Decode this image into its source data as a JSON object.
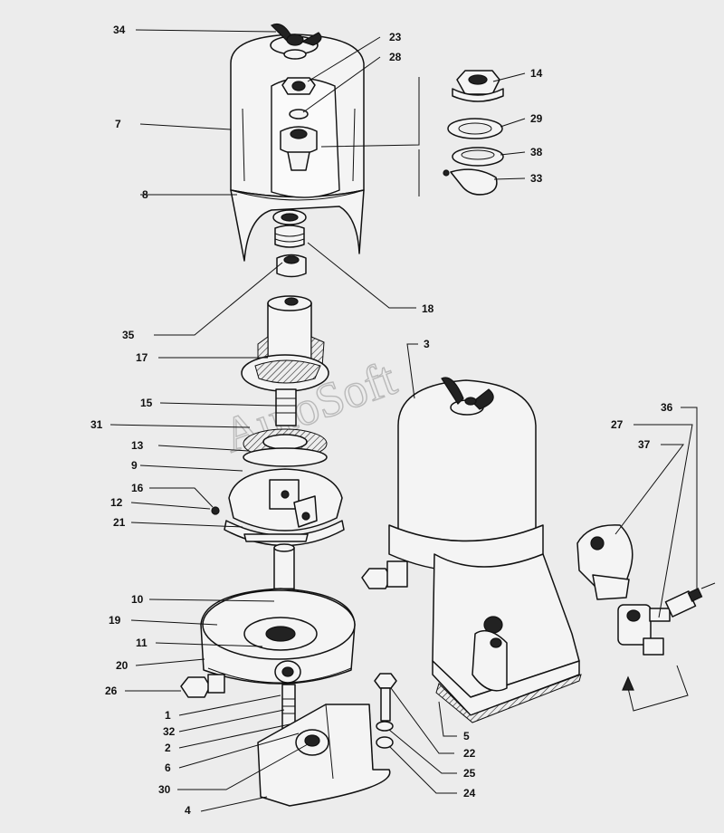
{
  "watermark": "AutoSoft",
  "callouts": [
    {
      "id": "34",
      "text": "34"
    },
    {
      "id": "23",
      "text": "23"
    },
    {
      "id": "28",
      "text": "28"
    },
    {
      "id": "7",
      "text": "7"
    },
    {
      "id": "8",
      "text": "8"
    },
    {
      "id": "14",
      "text": "14"
    },
    {
      "id": "29",
      "text": "29"
    },
    {
      "id": "38",
      "text": "38"
    },
    {
      "id": "33",
      "text": "33"
    },
    {
      "id": "18",
      "text": "18"
    },
    {
      "id": "35",
      "text": "35"
    },
    {
      "id": "17",
      "text": "17"
    },
    {
      "id": "3",
      "text": "3"
    },
    {
      "id": "15",
      "text": "15"
    },
    {
      "id": "31",
      "text": "31"
    },
    {
      "id": "13",
      "text": "13"
    },
    {
      "id": "9",
      "text": "9"
    },
    {
      "id": "16",
      "text": "16"
    },
    {
      "id": "12",
      "text": "12"
    },
    {
      "id": "21",
      "text": "21"
    },
    {
      "id": "36",
      "text": "36"
    },
    {
      "id": "27",
      "text": "27"
    },
    {
      "id": "37",
      "text": "37"
    },
    {
      "id": "10",
      "text": "10"
    },
    {
      "id": "19",
      "text": "19"
    },
    {
      "id": "11",
      "text": "11"
    },
    {
      "id": "20",
      "text": "20"
    },
    {
      "id": "26",
      "text": "26"
    },
    {
      "id": "1",
      "text": "1"
    },
    {
      "id": "32",
      "text": "32"
    },
    {
      "id": "2",
      "text": "2"
    },
    {
      "id": "6",
      "text": "6"
    },
    {
      "id": "30",
      "text": "30"
    },
    {
      "id": "4",
      "text": "4"
    },
    {
      "id": "5",
      "text": "5"
    },
    {
      "id": "22",
      "text": "22"
    },
    {
      "id": "25",
      "text": "25"
    },
    {
      "id": "24",
      "text": "24"
    }
  ]
}
